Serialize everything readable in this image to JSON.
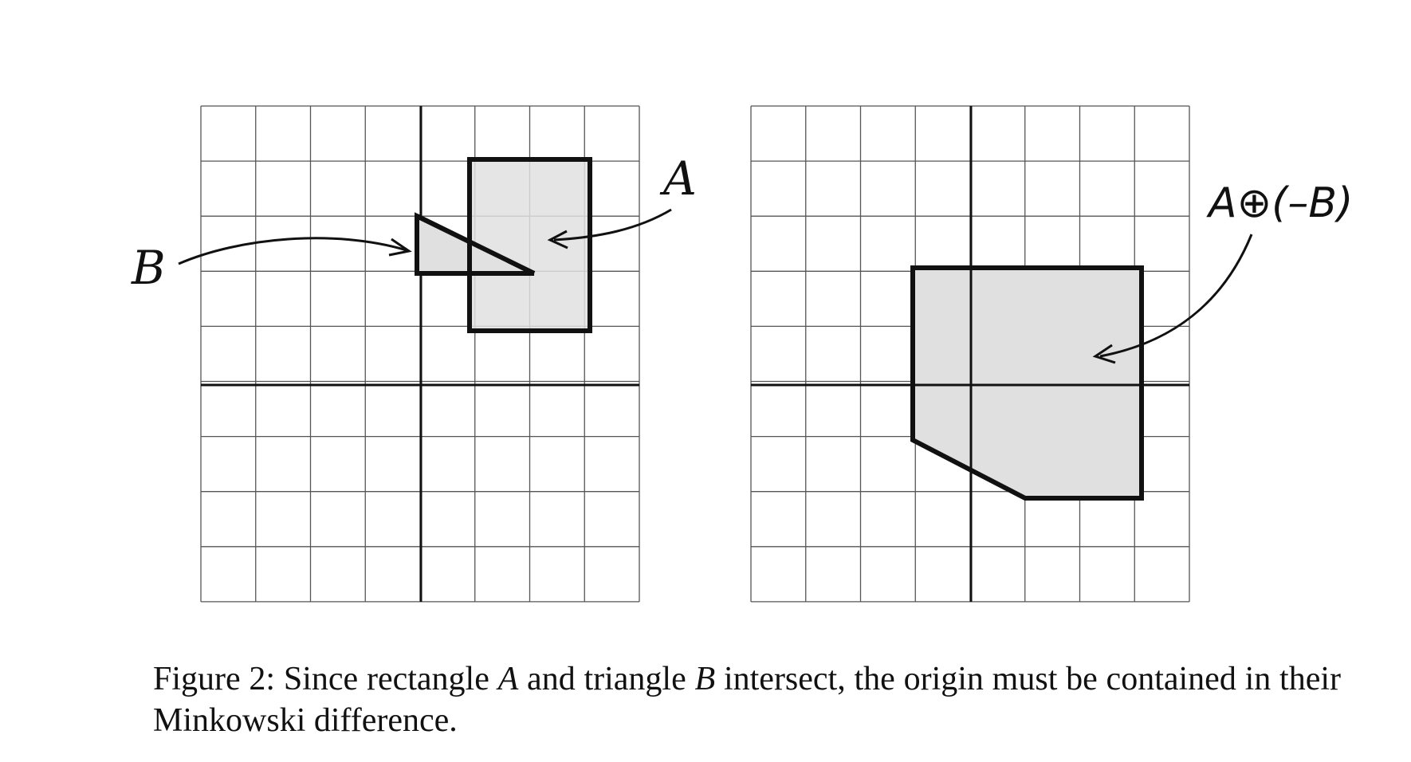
{
  "panels": [
    {
      "id": "left",
      "label_A": "A",
      "label_B": "B"
    },
    {
      "id": "right",
      "label_sum": "A⊕(–B)"
    }
  ],
  "caption": {
    "prefix": "Figure 2: ",
    "part1": "Since rectangle ",
    "var_a": "A",
    "part2": " and triangle ",
    "var_b": "B",
    "part3": " intersect, the origin must be contained in their Minkowski difference."
  },
  "colors": {
    "shape_fill": "#e0e0e0",
    "shape_stroke": "#111111",
    "grid_line": "#555555",
    "axis_line": "#111111"
  }
}
